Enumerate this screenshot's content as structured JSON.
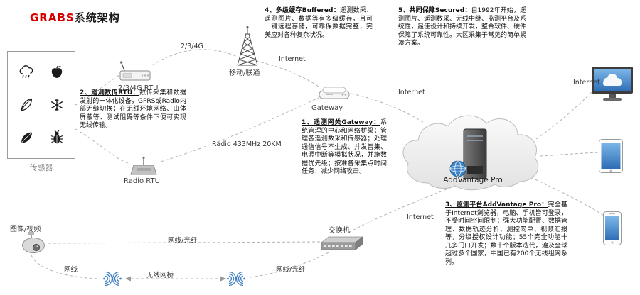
{
  "title": {
    "brand": "GRABS",
    "suffix": "系统架构"
  },
  "sensor_panel": {
    "label": "传感器",
    "icons": [
      "storm-icon",
      "apple-icon",
      "feather-icon",
      "snowflake-icon",
      "leaf-icon",
      "bug-icon"
    ]
  },
  "devices": {
    "rtu_label": "2/3/4G RTU",
    "tower_label": "移动/联通",
    "gateway_label": "Gateway",
    "radio_rtu_label": "Radio RTU",
    "platform_label": "AddVantage Pro",
    "switch_label": "交换机",
    "camera_label": "图像/视频"
  },
  "links": {
    "cellular": "2/3/4G",
    "internet_tower_gateway": "Internet",
    "internet_gateway_cloud": "Internet",
    "internet_cloud_clients": "Internet",
    "internet_switch_cloud": "Internet",
    "radio": "Radio 433MHz 20KM",
    "fiber_camera_switch": "网线/光纤",
    "lan_camera_bridge": "网线",
    "wireless_bridge": "无线网桥",
    "fiber_bridge_switch": "网线/光纤"
  },
  "notes": {
    "n1": {
      "heading": "1、遥测网关Gateway：",
      "body": "系统管理的中心和网络桥梁；管理各遥测数采和传感器；处理通信信号不生成、并发智集、电源中断等模拟状况，并施数据优先级；按准各采集点时间任务；减少网络攻击。"
    },
    "n2": {
      "heading": "2、遥测数传RTU：",
      "body": "数传采集和数据发射的一体化设备，GPRS或Radio内部无缝切换；在无线环境网络、山体屏蔽等、测试阻碍等条件下便可实现无线传输。"
    },
    "n3": {
      "heading": "3、监测平台AddVantage Pro：",
      "body": "完全基于Internet浏览器，电脑、手机皆可登录，不受时间空间限制；强大功能配置、数据管理、数据轨迹分析、测控简单、视频汇报等，分级授权设计功能；55个完全功能十几多门口开发；数十个版本迭代，遍及全球超过多个国家，中国已有200个无线组网系列。"
    },
    "n4": {
      "heading": "4、多级缓存Buffered：",
      "body": "遥测数采、遥测图片、数据等有多级缓存，且可一键远程存储，可靠保数据完整，完美应对各种复杂状况。"
    },
    "n5": {
      "heading": "5、共同保障Secured：",
      "body": "自1992年开始，遥测图片、遥测数采、无线中继、监测平台及系统性，最佳设计和持续开发，整合软件、硬件保障了系统可靠性。大区采集于常见的简单紧凑方案。"
    }
  },
  "colors": {
    "accent_red": "#d40000",
    "wifi_blue": "#3f7fc1",
    "screen_blue": "#3a7fc1",
    "line_gray": "#b3b3b3"
  }
}
